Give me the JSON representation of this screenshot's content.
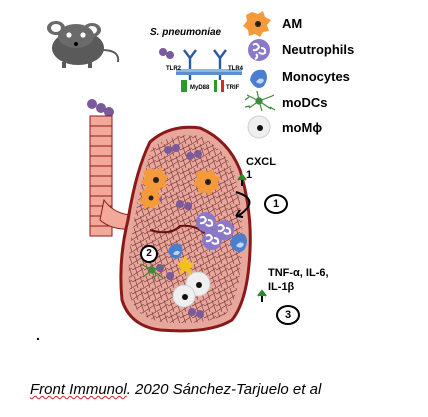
{
  "pathogen": "S. pneumoniae",
  "receptors": {
    "tlr2": "TLR2",
    "tlr4": "TLR4",
    "myd88": "MyD88",
    "trif": "TRIF"
  },
  "legend": [
    {
      "label": "AM",
      "icon": "alveolar-macrophage-icon",
      "color": "#f59a3a"
    },
    {
      "label": "Neutrophils",
      "icon": "neutrophil-icon",
      "color": "#8a79c9"
    },
    {
      "label": "Monocytes",
      "icon": "monocyte-icon",
      "color": "#4a7fd0"
    },
    {
      "label": "moDCs",
      "icon": "dendritic-cell-icon",
      "color": "#3a8a3a"
    },
    {
      "label": "moMϕ",
      "icon": "monocyte-macrophage-icon",
      "color": "#e8e8e8"
    }
  ],
  "mediators": {
    "cxcl_line1": "CXCL",
    "cxcl_line2": "1",
    "cytokines_line1": "TNF-α, IL-6,",
    "cytokines_line2": "IL-1β"
  },
  "steps": [
    "1",
    "2",
    "3"
  ],
  "stray_mark": ".",
  "caption": {
    "journal": "Front Immunol",
    "rest": ". 2020 Sánchez-Tarjuelo et al"
  },
  "colors": {
    "lung_fill": "#e8a79d",
    "lung_outline": "#8a1a1a",
    "trachea": "#f2a99a",
    "bacteria": "#7a5a9a"
  }
}
